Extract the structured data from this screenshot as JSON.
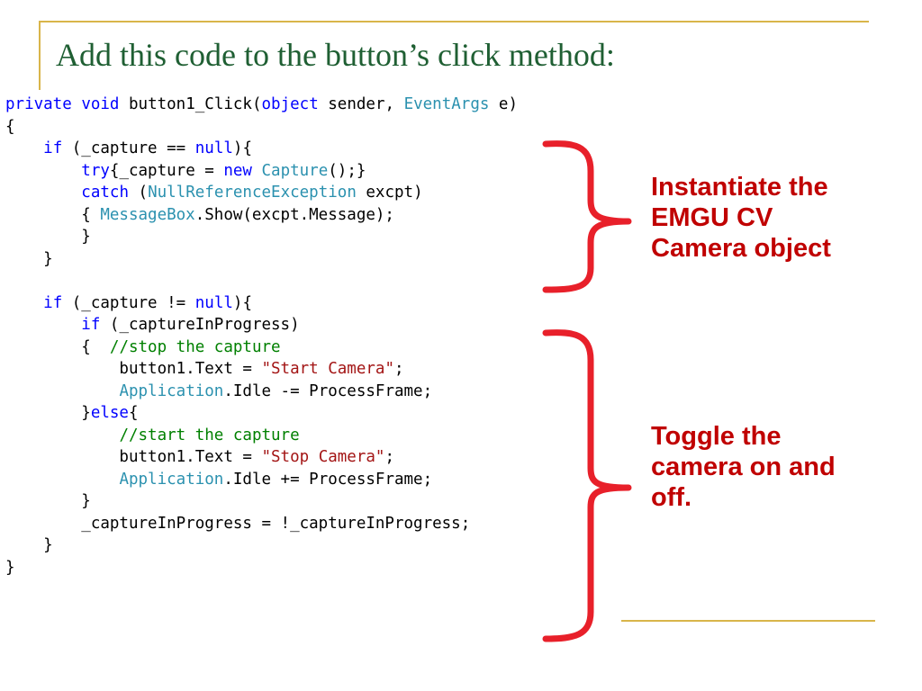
{
  "slide": {
    "title": "Add this code to the button’s click method:"
  },
  "colors": {
    "title": "#1f5f33",
    "accent_rule": "#d9b54a",
    "annotation": "#c00000",
    "keyword": "#0000ff",
    "type": "#2b91af",
    "string": "#a31515",
    "comment": "#008000"
  },
  "code": {
    "lines": [
      [
        {
          "t": "kw",
          "v": "private"
        },
        {
          "t": "plain",
          "v": " "
        },
        {
          "t": "kw",
          "v": "void"
        },
        {
          "t": "plain",
          "v": " button1_Click("
        },
        {
          "t": "kw",
          "v": "object"
        },
        {
          "t": "plain",
          "v": " sender, "
        },
        {
          "t": "type",
          "v": "EventArgs"
        },
        {
          "t": "plain",
          "v": " e)"
        }
      ],
      [
        {
          "t": "plain",
          "v": "{"
        }
      ],
      [
        {
          "t": "plain",
          "v": "    "
        },
        {
          "t": "kw",
          "v": "if"
        },
        {
          "t": "plain",
          "v": " (_capture == "
        },
        {
          "t": "kw",
          "v": "null"
        },
        {
          "t": "plain",
          "v": "){"
        }
      ],
      [
        {
          "t": "plain",
          "v": "        "
        },
        {
          "t": "kw",
          "v": "try"
        },
        {
          "t": "plain",
          "v": "{_capture = "
        },
        {
          "t": "kw",
          "v": "new"
        },
        {
          "t": "plain",
          "v": " "
        },
        {
          "t": "type",
          "v": "Capture"
        },
        {
          "t": "plain",
          "v": "();}"
        }
      ],
      [
        {
          "t": "plain",
          "v": "        "
        },
        {
          "t": "kw",
          "v": "catch"
        },
        {
          "t": "plain",
          "v": " ("
        },
        {
          "t": "type",
          "v": "NullReferenceException"
        },
        {
          "t": "plain",
          "v": " excpt)"
        }
      ],
      [
        {
          "t": "plain",
          "v": "        { "
        },
        {
          "t": "type",
          "v": "MessageBox"
        },
        {
          "t": "plain",
          "v": ".Show(excpt.Message);"
        }
      ],
      [
        {
          "t": "plain",
          "v": "        }"
        }
      ],
      [
        {
          "t": "plain",
          "v": "    }"
        }
      ],
      [],
      [
        {
          "t": "plain",
          "v": "    "
        },
        {
          "t": "kw",
          "v": "if"
        },
        {
          "t": "plain",
          "v": " (_capture != "
        },
        {
          "t": "kw",
          "v": "null"
        },
        {
          "t": "plain",
          "v": "){"
        }
      ],
      [
        {
          "t": "plain",
          "v": "        "
        },
        {
          "t": "kw",
          "v": "if"
        },
        {
          "t": "plain",
          "v": " (_captureInProgress)"
        }
      ],
      [
        {
          "t": "plain",
          "v": "        {  "
        },
        {
          "t": "comment",
          "v": "//stop the capture"
        }
      ],
      [
        {
          "t": "plain",
          "v": "            button1.Text = "
        },
        {
          "t": "str",
          "v": "\"Start Camera\""
        },
        {
          "t": "plain",
          "v": ";"
        }
      ],
      [
        {
          "t": "plain",
          "v": "            "
        },
        {
          "t": "type",
          "v": "Application"
        },
        {
          "t": "plain",
          "v": ".Idle -= ProcessFrame;"
        }
      ],
      [
        {
          "t": "plain",
          "v": "        }"
        },
        {
          "t": "kw",
          "v": "else"
        },
        {
          "t": "plain",
          "v": "{"
        }
      ],
      [
        {
          "t": "plain",
          "v": "            "
        },
        {
          "t": "comment",
          "v": "//start the capture"
        }
      ],
      [
        {
          "t": "plain",
          "v": "            button1.Text = "
        },
        {
          "t": "str",
          "v": "\"Stop Camera\""
        },
        {
          "t": "plain",
          "v": ";"
        }
      ],
      [
        {
          "t": "plain",
          "v": "            "
        },
        {
          "t": "type",
          "v": "Application"
        },
        {
          "t": "plain",
          "v": ".Idle += ProcessFrame;"
        }
      ],
      [
        {
          "t": "plain",
          "v": "        }"
        }
      ],
      [
        {
          "t": "plain",
          "v": "        _captureInProgress = !_captureInProgress;"
        }
      ],
      [
        {
          "t": "plain",
          "v": "    }"
        }
      ],
      [
        {
          "t": "plain",
          "v": "}"
        }
      ]
    ]
  },
  "annotations": {
    "instantiate": [
      "Instantiate the",
      "EMGU CV",
      "Camera object"
    ],
    "toggle": [
      "Toggle the",
      "camera on and",
      "off."
    ]
  }
}
